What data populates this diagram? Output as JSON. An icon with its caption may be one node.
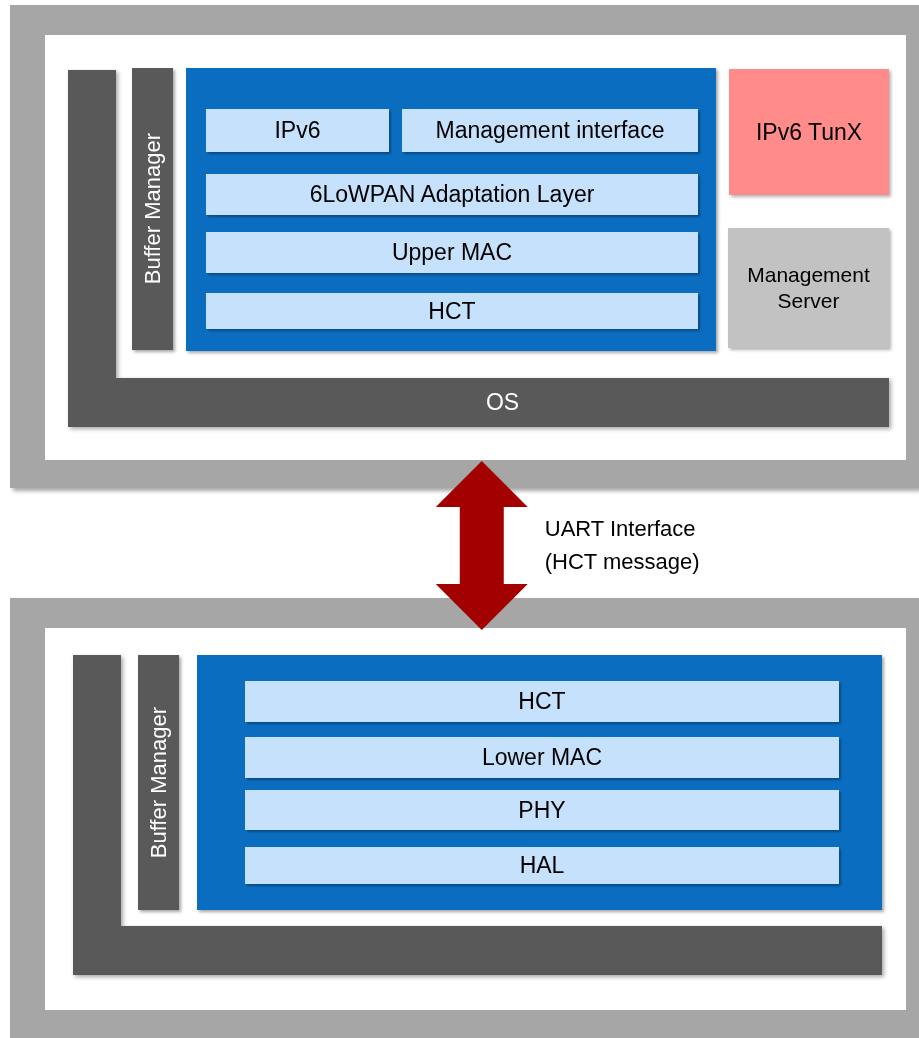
{
  "diagram": {
    "nodes": [
      {
        "text": [],
        "shape": "box"
      },
      {
        "text": [
          "OS"
        ],
        "in": 0
      },
      {
        "text": [
          "Buffer Manager"
        ],
        "in": 0
      },
      {
        "text": [],
        "shape": "box",
        "in": 0
      },
      {
        "text": [
          "IPv6"
        ],
        "in": 3
      },
      {
        "text": [
          "Management interface"
        ],
        "in": 3
      },
      {
        "text": [
          "6LoWPAN Adaptation Layer"
        ],
        "in": 3
      },
      {
        "text": [
          "Upper MAC"
        ],
        "in": 3
      },
      {
        "text": [
          "HCT"
        ],
        "in": 3
      },
      {
        "text": [
          "IPv6 TunX"
        ],
        "in": 0
      },
      {
        "text": [
          "Management Server"
        ],
        "in": 0
      },
      {
        "text": [],
        "shape": "box"
      },
      {
        "text": [],
        "shape": "box",
        "in": 11
      },
      {
        "text": [
          "Buffer Manager"
        ],
        "in": 11
      },
      {
        "text": [],
        "shape": "box",
        "in": 11
      },
      {
        "text": [
          "HCT"
        ],
        "in": 14
      },
      {
        "text": [
          "Lower MAC"
        ],
        "in": 14
      },
      {
        "text": [
          "PHY"
        ],
        "in": 14
      },
      {
        "text": [
          "HAL"
        ],
        "in": 14
      }
    ],
    "edges": [
      {
        "from": 0,
        "to": 11,
        "arrow": "both",
        "label": "UART Interface (HCT message)",
        "color": "#a30000"
      }
    ]
  }
}
